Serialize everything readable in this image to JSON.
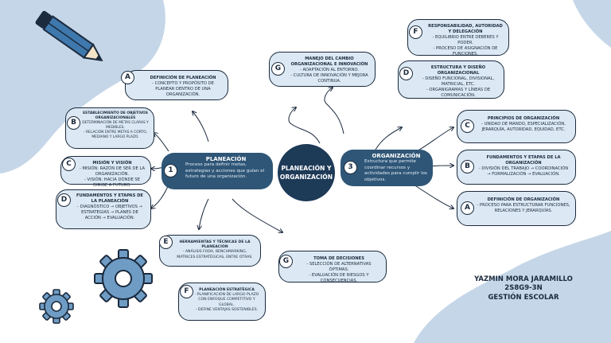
{
  "colors": {
    "navy": "#1d3a57",
    "blue": "#2f5677",
    "card": "#dce9f4",
    "blob": "#c5d6e8",
    "ink": "#1b2a3d"
  },
  "center": {
    "line1": "PLANEACIÓN Y",
    "line2": "ORGANIZACIÓN"
  },
  "planeacion": {
    "number": "1",
    "title": "PLANEACIÓN",
    "desc": "Proceso para definir metas, estrategias y acciones que guían el futuro de una organización."
  },
  "organizacion": {
    "number": "3",
    "title": "ORGANIZACIÓN",
    "desc": "Estructura que permite coordinar recursos y actividades para cumplir los objetivos."
  },
  "left": {
    "a": {
      "letter": "A",
      "title": "DEFINICIÓN DE PLANEACIÓN",
      "items": [
        "- CONCEPTO Y PROPÓSITO DE PLANEAR DENTRO DE UNA ORGANIZACIÓN."
      ]
    },
    "b": {
      "letter": "B",
      "title": "ESTABLECIMIENTO DE OBJETIVOS ORGANIZACIONALES",
      "items": [
        "DETERMINACIÓN DE METAS CLARAS Y MEDIBLES.",
        "- RELACIÓN ENTRE METAS A CORTO, MEDIANO Y LARGO PLAZO."
      ]
    },
    "c": {
      "letter": "C",
      "title": "MISIÓN Y VISIÓN",
      "items": [
        "- MISIÓN: RAZÓN DE SER DE LA ORGANIZACIÓN.",
        "- VISIÓN: HACIA DÓNDE SE DIRIGE A FUTURO."
      ]
    },
    "d": {
      "letter": "D",
      "title": "FUNDAMENTOS Y ETAPAS DE LA PLANEACIÓN",
      "items": [
        "- DIAGNÓSTICO → OBJETIVOS → ESTRATEGIAS → PLANES DE ACCIÓN → EVALUACIÓN."
      ]
    },
    "e": {
      "letter": "E",
      "title": "HERRAMIENTAS Y TÉCNICAS DE LA PLANEACIÓN",
      "items": [
        "- ANÁLISIS FODA, BENCHMARKING, MATRICES ESTRATÉGICAS, ENTRE OTRAS."
      ]
    },
    "f": {
      "letter": "F",
      "title": "PLANEACIÓN ESTRATÉGICA",
      "items": [
        "- PLANIFICACIÓN DE LARGO PLAZO CON ENFOQUE COMPETITIVO Y GLOBAL.",
        "- DEFINE VENTAJAS SOSTENIBLES."
      ]
    },
    "g": {
      "letter": "G",
      "title": "TOMA DE DECISIONES",
      "items": [
        "- SELECCIÓN DE ALTERNATIVAS ÓPTIMAS.",
        "- EVALUACIÓN DE RIESGOS Y CONSECUENCIAS."
      ]
    }
  },
  "right": {
    "a": {
      "letter": "A",
      "title": "DEFINICIÓN DE ORGANIZACIÓN",
      "items": [
        "- PROCESO PARA ESTRUCTURAR FUNCIONES, RELACIONES Y JERARQUÍAS."
      ]
    },
    "b": {
      "letter": "B",
      "title": "FUNDAMENTOS Y ETAPAS DE LA ORGANIZACIÓN",
      "items": [
        "- DIVISIÓN DEL TRABAJO → COORDINACIÓN → FORMALIZACIÓN → EVALUACIÓN."
      ]
    },
    "c": {
      "letter": "C",
      "title": "PRINCIPIOS DE ORGANIZACIÓN",
      "items": [
        "- UNIDAD DE MANDO, ESPECIALIZACIÓN, JERARQUÍA, AUTORIDAD, EQUIDAD, ETC."
      ]
    },
    "d": {
      "letter": "D",
      "title": "ESTRUCTURA Y DISEÑO ORGANIZACIONAL",
      "items": [
        "- DISEÑO FUNCIONAL, DIVISIONAL, MATRICIAL, ETC.",
        "- ORGANIGRAMAS Y LÍNEAS DE COMUNICACIÓN."
      ]
    },
    "f": {
      "letter": "F",
      "title": "RESPONSABILIDAD, AUTORIDAD Y DELEGACIÓN",
      "items": [
        "- EQUILIBRIO ENTRE DEBERES Y PODER.",
        "- PROCESO DE ASIGNACIÓN DE FUNCIONES."
      ]
    },
    "g": {
      "letter": "G",
      "title": "MANEJO DEL CAMBIO ORGANIZACIONAL E INNOVACIÓN",
      "items": [
        "- ADAPTACIÓN AL ENTORNO.",
        "- CULTURA DE INNOVACIÓN Y MEJORA CONTINUA."
      ]
    }
  },
  "author": {
    "name": "YAZMIN MORA JARAMILLO",
    "group": "2S8G9-3N",
    "subject": "GESTIÓN ESCOLAR"
  },
  "icons": [
    "pencil-icon",
    "gear-icon"
  ]
}
